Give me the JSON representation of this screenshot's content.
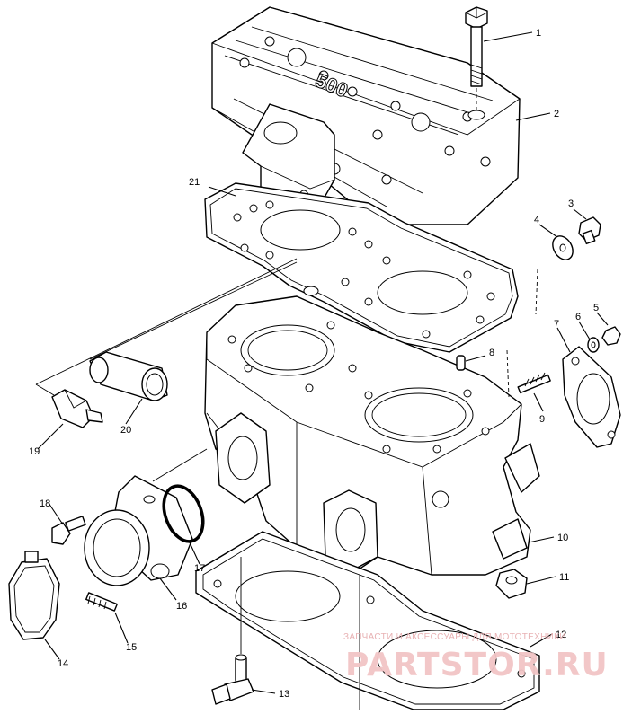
{
  "diagram": {
    "callouts": [
      {
        "id": "c1",
        "label": "1"
      },
      {
        "id": "c2",
        "label": "2"
      },
      {
        "id": "c3",
        "label": "3"
      },
      {
        "id": "c4",
        "label": "4"
      },
      {
        "id": "c5",
        "label": "5"
      },
      {
        "id": "c6",
        "label": "6"
      },
      {
        "id": "c7",
        "label": "7"
      },
      {
        "id": "c8",
        "label": "8"
      },
      {
        "id": "c9",
        "label": "9"
      },
      {
        "id": "c10",
        "label": "10"
      },
      {
        "id": "c11",
        "label": "11"
      },
      {
        "id": "c12",
        "label": "12"
      },
      {
        "id": "c13",
        "label": "13"
      },
      {
        "id": "c14",
        "label": "14"
      },
      {
        "id": "c15",
        "label": "15"
      },
      {
        "id": "c16",
        "label": "16"
      },
      {
        "id": "c17",
        "label": "17"
      },
      {
        "id": "c18",
        "label": "18"
      },
      {
        "id": "c19",
        "label": "19"
      },
      {
        "id": "c20",
        "label": "20"
      },
      {
        "id": "c21",
        "label": "21"
      }
    ],
    "head_marking": "500"
  },
  "watermark": {
    "tagline": "ЗАПЧАСТИ И АКСЕССУАРЫ ДЛЯ МОТОТЕХНИКИ",
    "logo": "PARTSTOR.RU"
  }
}
